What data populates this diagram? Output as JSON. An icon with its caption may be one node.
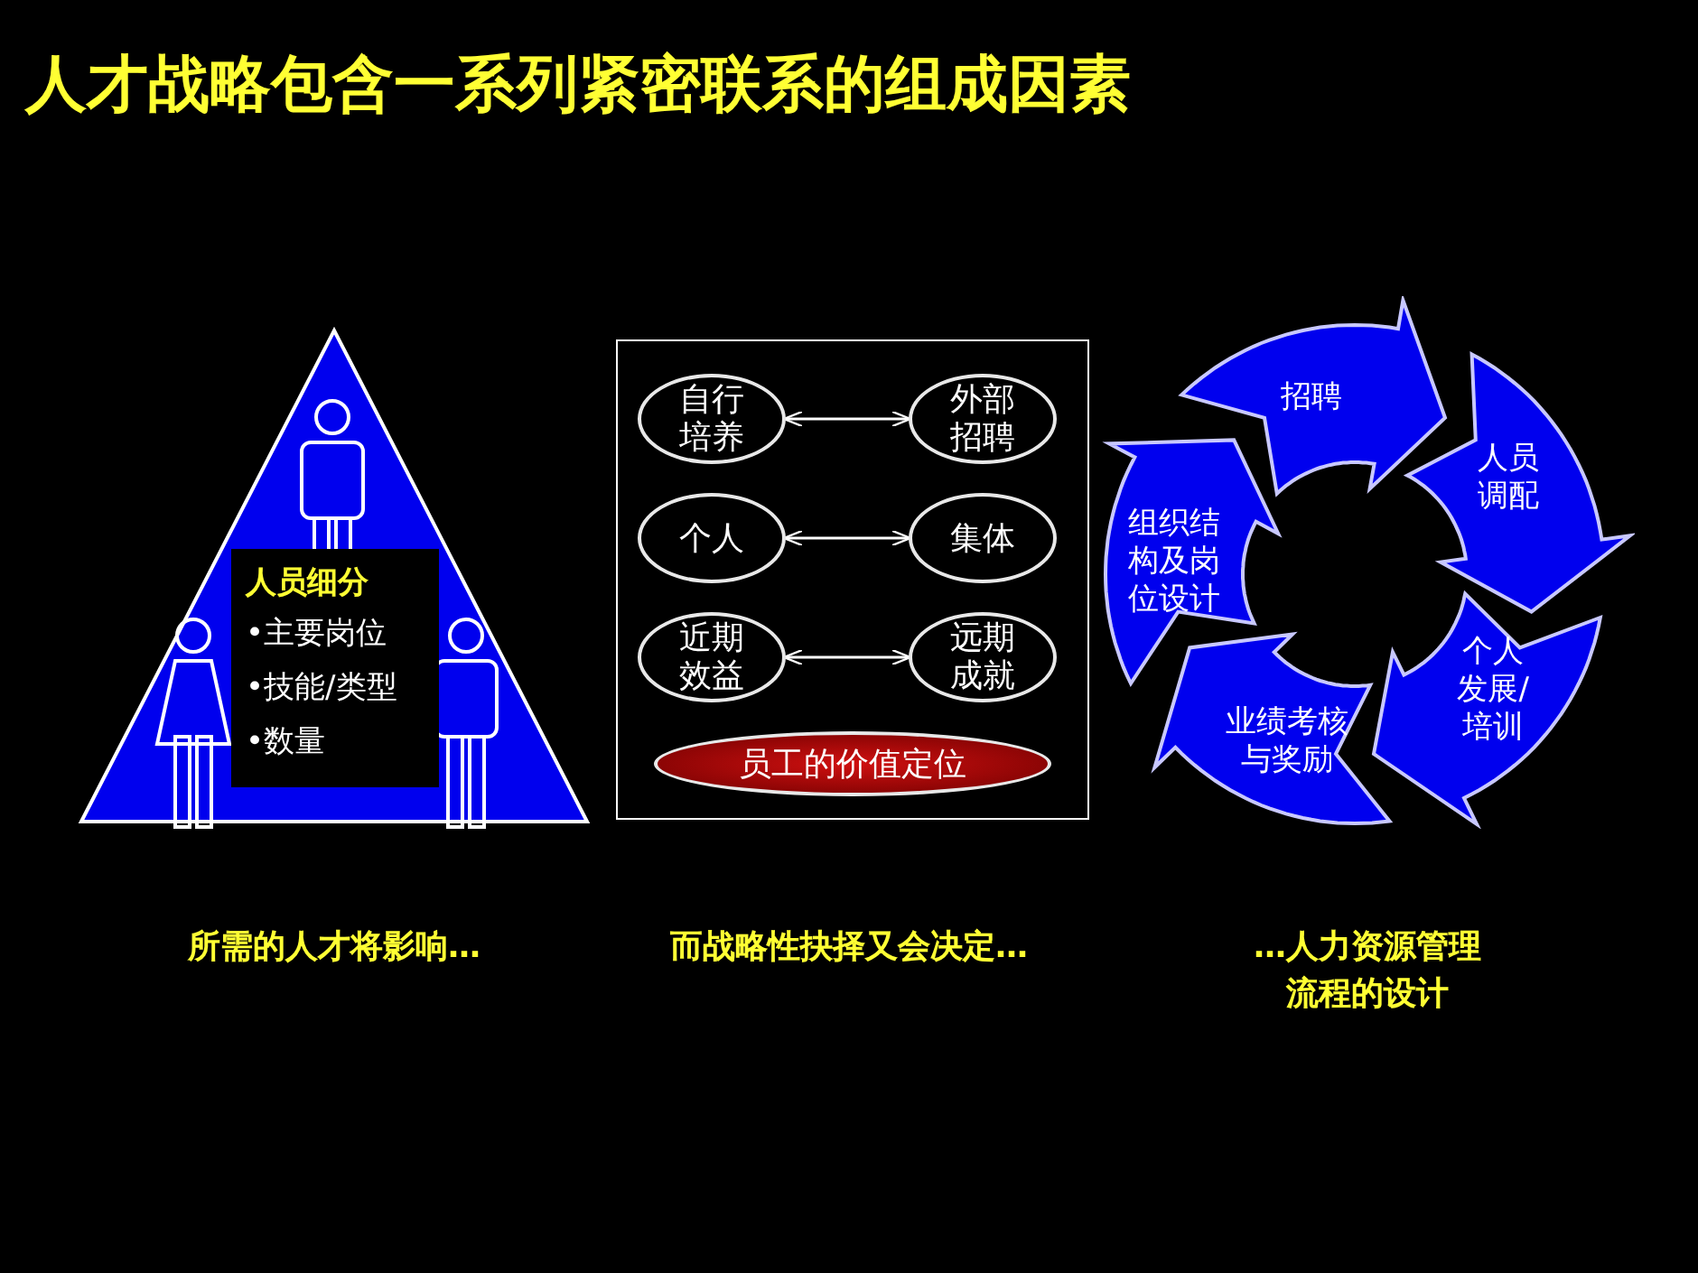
{
  "diagram": {
    "title": "人才战略包含一系列紧密联系的组成因素",
    "nodes": [
      {
        "text": [
          "人员细分",
          "•主要岗位",
          "•技能/类型",
          "•数量"
        ]
      },
      {
        "text": [],
        "shape": "box"
      },
      {
        "text": [
          "自行培养"
        ],
        "in": 1
      },
      {
        "text": [
          "外部招聘"
        ],
        "in": 1
      },
      {
        "text": [
          "个人"
        ],
        "in": 1
      },
      {
        "text": [
          "集体"
        ],
        "in": 1
      },
      {
        "text": [
          "近期效益"
        ],
        "in": 1
      },
      {
        "text": [
          "远期成就"
        ],
        "in": 1
      },
      {
        "text": [
          "员工的价值定位"
        ],
        "in": 1
      },
      {
        "text": [
          "招聘"
        ]
      },
      {
        "text": [
          "人员调配"
        ]
      },
      {
        "text": [
          "个人发展/培训"
        ]
      },
      {
        "text": [
          "业绩考核与奖励"
        ]
      },
      {
        "text": [
          "组织结构及岗位设计"
        ]
      }
    ],
    "edges": [
      {
        "from": 2,
        "to": 3,
        "arrow": "both"
      },
      {
        "from": 4,
        "to": 5,
        "arrow": "both"
      },
      {
        "from": 6,
        "to": 7,
        "arrow": "both"
      }
    ],
    "labels": [
      "所需的人才将影响…",
      "而战略性抉择又会决定…",
      "…人力资源管理流程的设计"
    ]
  }
}
